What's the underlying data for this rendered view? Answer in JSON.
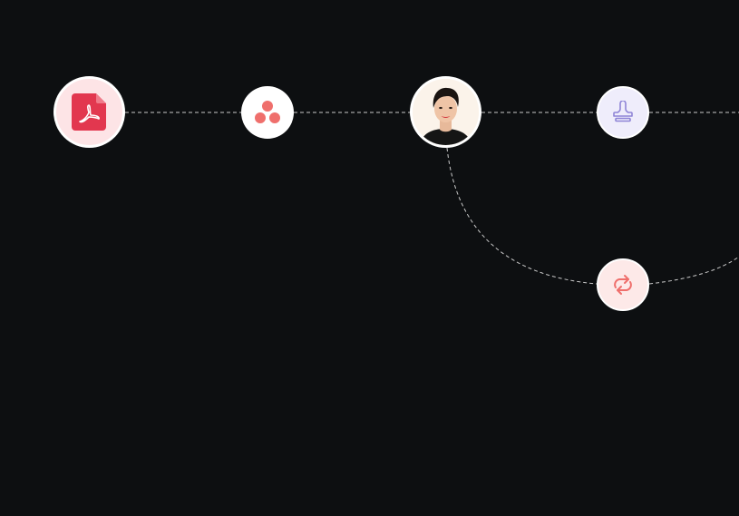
{
  "diagram": {
    "nodes": [
      {
        "id": "pdf",
        "icon": "pdf-file-icon"
      },
      {
        "id": "asana",
        "icon": "asana-icon"
      },
      {
        "id": "person",
        "icon": "person-avatar"
      },
      {
        "id": "stamp",
        "icon": "stamp-icon"
      },
      {
        "id": "sync",
        "icon": "sync-icon"
      }
    ],
    "edges": [
      {
        "from": "pdf",
        "to": "asana"
      },
      {
        "from": "asana",
        "to": "person"
      },
      {
        "from": "person",
        "to": "stamp"
      },
      {
        "from": "stamp",
        "to": "offscreen-right"
      },
      {
        "from": "person",
        "to": "sync"
      },
      {
        "from": "sync",
        "to": "offscreen-right"
      }
    ],
    "colors": {
      "background": "#0d0f11",
      "connector": "#c9c9c9",
      "pdf_accent": "#e2374f",
      "pdf_bg": "#fde4e6",
      "asana_accent": "#ef6f6c",
      "stamp_accent": "#8e84d6",
      "stamp_bg": "#efedfb",
      "sync_accent": "#ef6f6c",
      "sync_bg": "#fde9e8"
    }
  }
}
